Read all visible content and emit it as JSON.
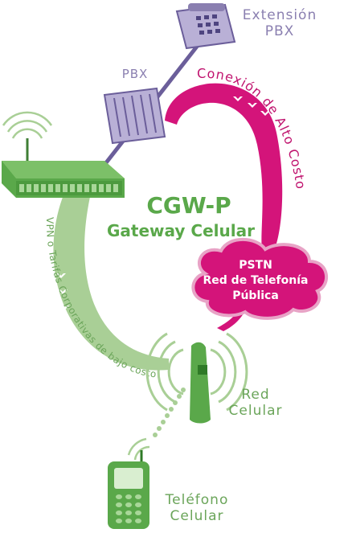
{
  "labels": {
    "extension": "Extensión\nPBX",
    "pbx": "PBX",
    "cgw_title": "CGW-P",
    "cgw_subtitle": "Gateway Celular",
    "cellular_network": "Red\nCelular",
    "cell_phone": "Teléfono\nCelular"
  },
  "pstn": {
    "line1": "PSTN",
    "line2": "Red de Telefonía",
    "line3": "Pública"
  },
  "arc_labels": {
    "high_cost": "Conexión de Alto Costo",
    "low_cost": "VPN o Tarifas Corporativas de bajo costo"
  },
  "colors": {
    "green": "#5aa84a",
    "light_green": "#a9cf96",
    "magenta": "#d4147a",
    "purple": "#8a7fb0",
    "pbx_fill": "#b9b0d6",
    "pink_cloud": "#e8a3c6"
  }
}
